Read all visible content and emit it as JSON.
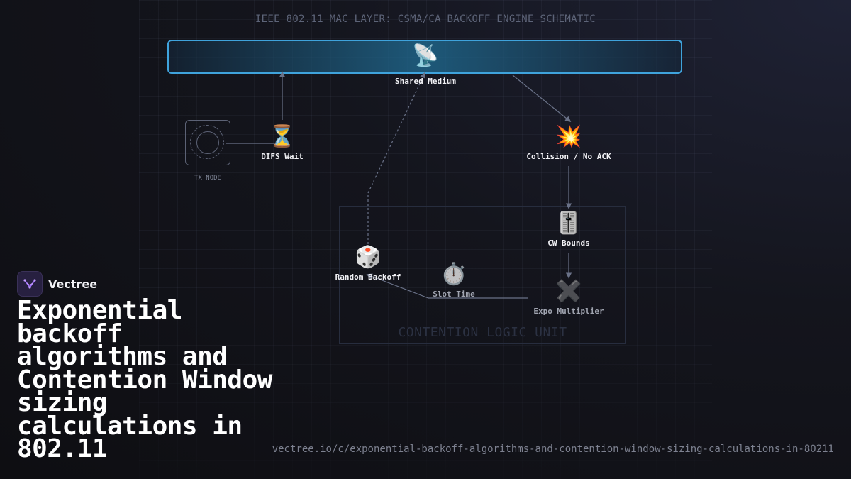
{
  "diagram": {
    "title": "IEEE 802.11 MAC LAYER: CSMA/CA BACKOFF ENGINE SCHEMATIC",
    "medium": {
      "icon": "satellite-antenna-icon",
      "glyph": "📡",
      "label": "Shared Medium"
    },
    "tx_node": {
      "label": "TX NODE"
    },
    "nodes": {
      "difs": {
        "icon": "hourglass-icon",
        "glyph": "⏳",
        "label": "DIFS Wait"
      },
      "collision": {
        "icon": "collision-icon",
        "glyph": "💥",
        "label": "Collision / No ACK"
      },
      "cw_bounds": {
        "icon": "level-slider-icon",
        "glyph": "🎚️",
        "label": "CW Bounds"
      },
      "random_backoff": {
        "icon": "dice-icon",
        "glyph": "🎲",
        "label": "Random Backoff"
      },
      "slot_time": {
        "icon": "stopwatch-icon",
        "glyph": "⏱️",
        "label": "Slot Time"
      },
      "expo_multiplier": {
        "icon": "multiply-icon",
        "glyph": "✖️",
        "label": "Expo Multiplier"
      }
    },
    "group": {
      "label": "CONTENTION LOGIC UNIT"
    },
    "colors": {
      "medium_border": "#3fa3dc",
      "edge": "#6a7288"
    }
  },
  "brand": {
    "name": "Vectree",
    "logo_icon": "vectree-logo-icon"
  },
  "headline": "Exponential backoff algorithms and Contention Window sizing calculations in 802.11",
  "url": "vectree.io/c/exponential-backoff-algorithms-and-contention-window-sizing-calculations-in-80211"
}
